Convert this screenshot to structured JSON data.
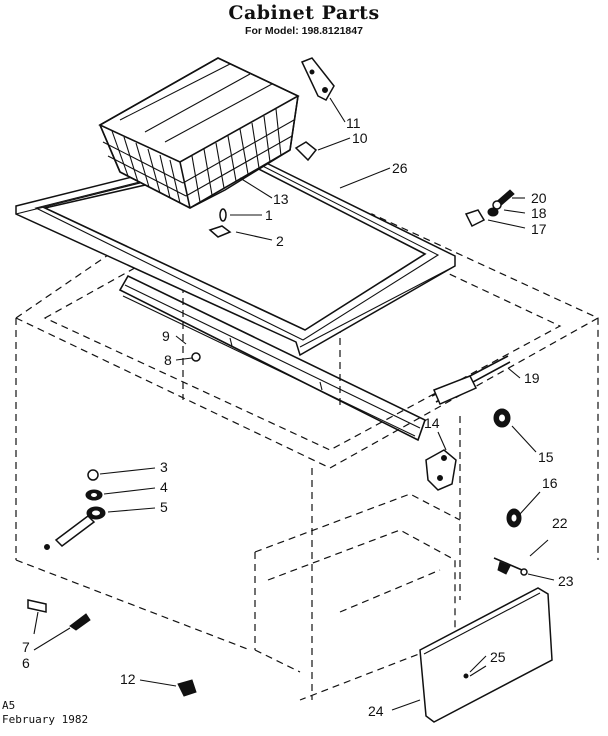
{
  "header": {
    "title": "Cabinet Parts",
    "model_line": "For Model: 198.8121847"
  },
  "footer": {
    "code": "A5",
    "date": "February 1982"
  },
  "callouts": {
    "c1": "1",
    "c2": "2",
    "c3": "3",
    "c4": "4",
    "c5": "5",
    "c6": "6",
    "c7": "7",
    "c8": "8",
    "c9": "9",
    "c10": "10",
    "c11": "11",
    "c12": "12",
    "c13": "13",
    "c14": "14",
    "c15": "15",
    "c16": "16",
    "c17": "17",
    "c18": "18",
    "c19": "19",
    "c20": "20",
    "c22": "22",
    "c23": "23",
    "c24": "24",
    "c25": "25",
    "c26": "26"
  }
}
